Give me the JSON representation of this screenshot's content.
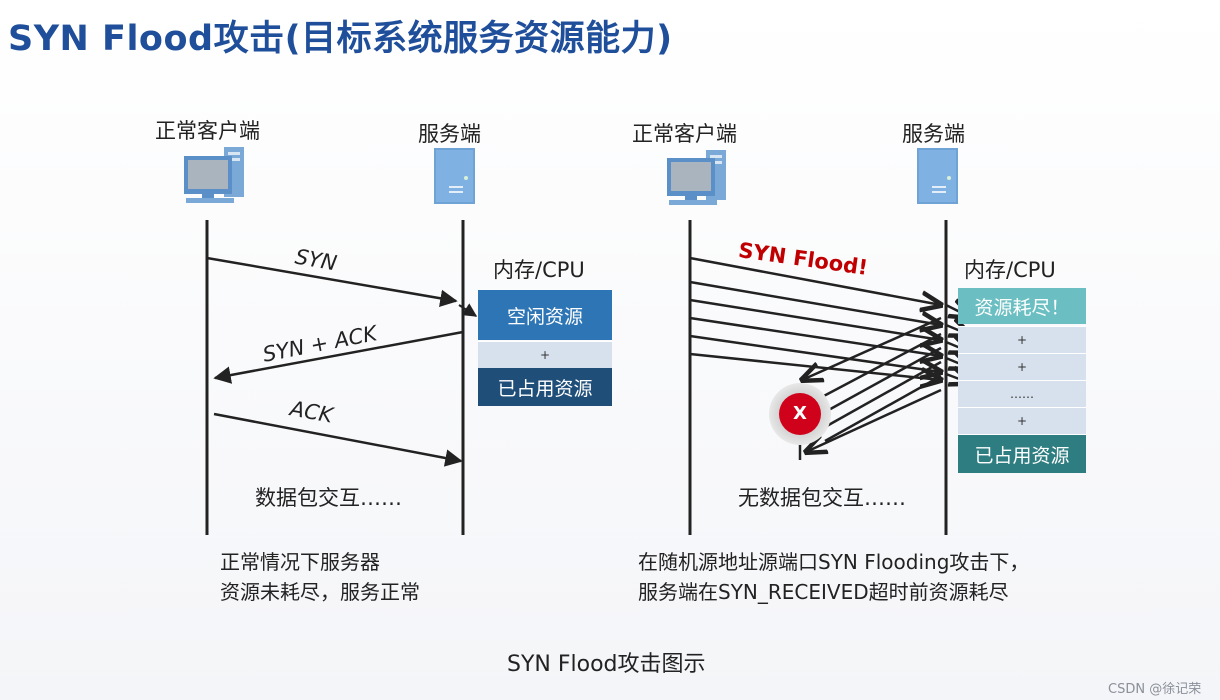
{
  "title": "SYN Flood攻击(目标系统服务资源能力)",
  "left": {
    "client_label": "正常客户端",
    "server_label": "服务端",
    "mem_label": "内存/CPU",
    "msg_syn": "SYN",
    "msg_synack": "SYN + ACK",
    "msg_ack": "ACK",
    "box_free": "空闲资源",
    "box_plus": "+",
    "box_used": "已占用资源",
    "data_text": "数据包交互……",
    "note_line1": "正常情况下服务器",
    "note_line2": "资源未耗尽，服务正常"
  },
  "right": {
    "client_label": "正常客户端",
    "server_label": "服务端",
    "mem_label": "内存/CPU",
    "flood_label": "SYN Flood!",
    "box_exhausted": "资源耗尽！",
    "plus1": "+",
    "plus2": "+",
    "dots": "……",
    "plus3": "+",
    "box_used": "已占用资源",
    "fail_mark": "X",
    "data_text": "无数据包交互……",
    "note_line1": "在随机源地址源端口SYN Flooding攻击下，",
    "note_line2": "服务端在SYN_RECEIVED超时前资源耗尽"
  },
  "caption": "SYN Flood攻击图示",
  "watermark": "CSDN @徐记荣",
  "colors": {
    "title": "#1f4e9a",
    "free_box": "#2e75b6",
    "used_box": "#1f4e79",
    "exhausted_box": "#6bbfc2",
    "used_box_right": "#2e7d80",
    "plus_box": "#d7e1ee",
    "flood_text": "#c00000",
    "fail_circle": "#d0021b"
  },
  "icons": [
    "computer-icon",
    "server-icon"
  ]
}
